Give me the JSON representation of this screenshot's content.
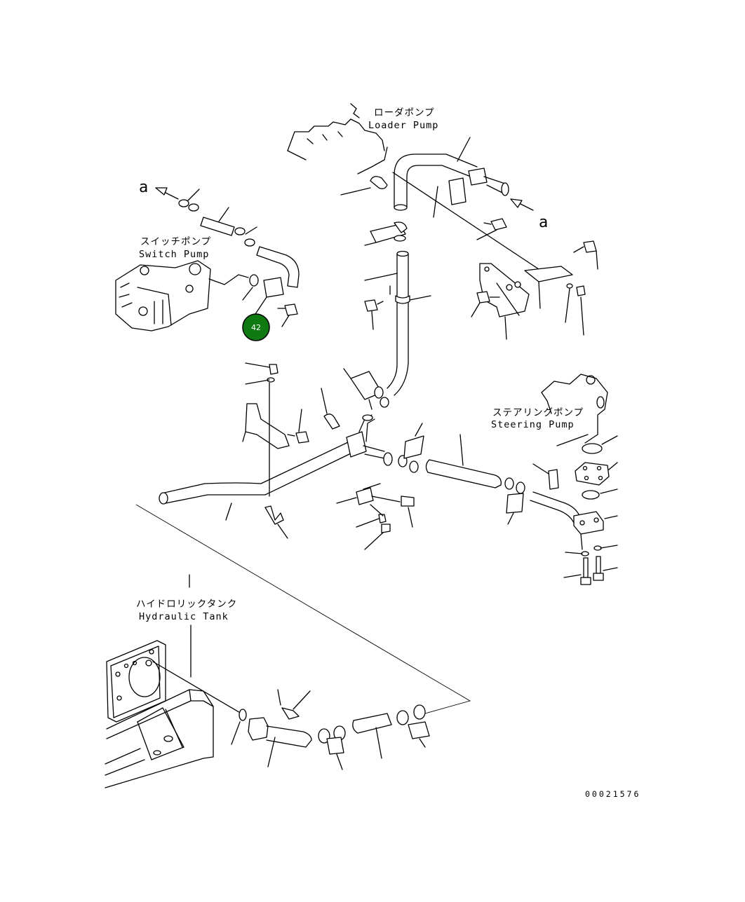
{
  "labels": {
    "loader_pump_jp": "ローダポンプ",
    "loader_pump_en": "Loader Pump",
    "switch_pump_jp": "スイッチポンプ",
    "switch_pump_en": "Switch Pump",
    "steering_pump_jp": "ステアリングポンプ",
    "steering_pump_en": "Steering Pump",
    "hydraulic_tank_jp": "ハイドロリックタンク",
    "hydraulic_tank_en": "Hydraulic Tank",
    "arrow_ref_left": "a",
    "arrow_ref_right": "a"
  },
  "callout": {
    "number": "42",
    "color": "#0f7a12"
  },
  "document_number": "00021576"
}
